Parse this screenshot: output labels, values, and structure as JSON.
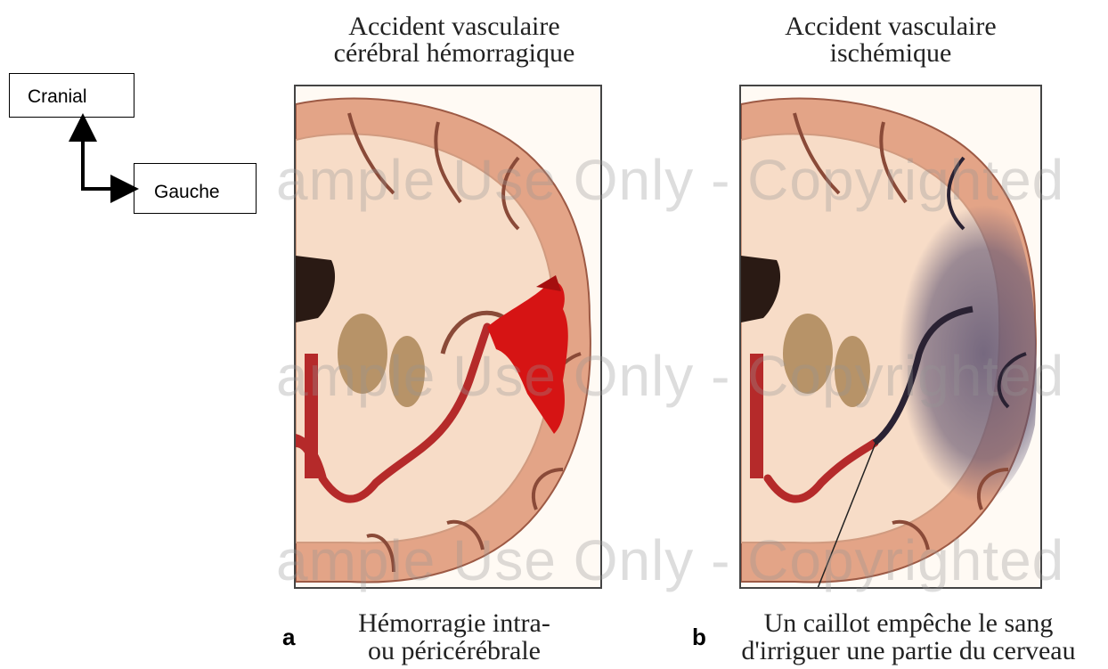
{
  "orientation": {
    "cranial_label": "Cranial",
    "gauche_label": "Gauche"
  },
  "panel_a": {
    "title_line1": "Accident vasculaire",
    "title_line2": "cérébral hémorragique",
    "caption_line1": "Hémorragie intra-",
    "caption_line2": "ou péricérébrale",
    "letter": "a"
  },
  "panel_b": {
    "title_line1": "Accident vasculaire",
    "title_line2": "ischémique",
    "caption_line1": "Un caillot empêche le sang",
    "caption_line2": "d'irriguer une partie du cerveau",
    "letter": "b"
  },
  "watermark": {
    "line1": "ample Use Only - Copyrighted",
    "line2": "ample Use Only - Copyrighted",
    "line3": "ample Use Only - Copyrighted"
  },
  "colors": {
    "brain_tissue": "#f7dcc7",
    "brain_cortex": "#e3a487",
    "artery": "#b52a2a",
    "hemorrhage": "#d61414",
    "ischemia": "#5f5472",
    "basal_ganglia": "#b79368"
  }
}
